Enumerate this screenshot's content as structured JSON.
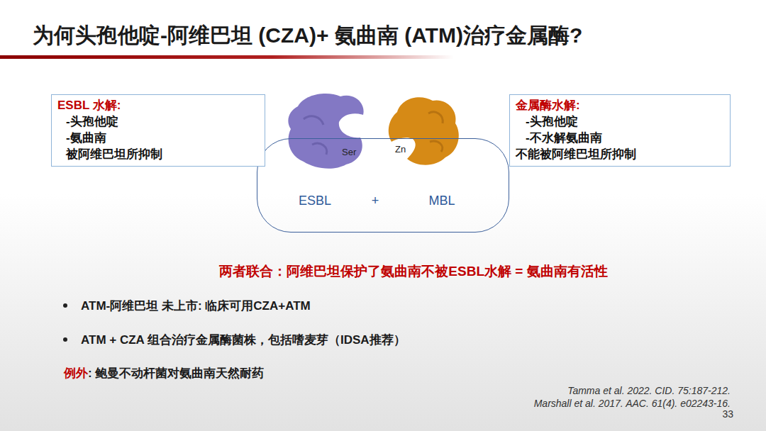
{
  "diagram": {
    "title": "为何头孢他啶-阿维巴坦 (CZA)+ 氨曲南 (ATM)治疗金属酶?",
    "nodes": [
      {
        "text": [
          "ESBL 水解:",
          "-头孢他啶",
          "-氨曲南",
          "被阿维巴坦所抑制"
        ]
      },
      {
        "text": [
          "ESBL",
          "+",
          "MBL"
        ]
      },
      {
        "text": [
          "金属酶水解:",
          "-头孢他啶",
          "-不水解氨曲南",
          "不能被阿维巴坦所抑制"
        ]
      }
    ],
    "labels": [
      "Ser",
      "Zn",
      "两者联合：阿维巴坦保护了氨曲南不被ESBL水解 = 氨曲南有活性",
      "ATM-阿维巴坦 未上市: 临床可用CZA+ATM",
      "ATM + CZA 组合治疗金属酶菌株，包括嗜麦芽（IDSA推荐）",
      "例外",
      ": 鲍曼不动杆菌对氨曲南天然耐药",
      "Tamma et al. 2022. CID. 75:187-212.",
      "Marshall et al. 2017. AAC. 61(4). e02243-16.",
      "33"
    ]
  }
}
